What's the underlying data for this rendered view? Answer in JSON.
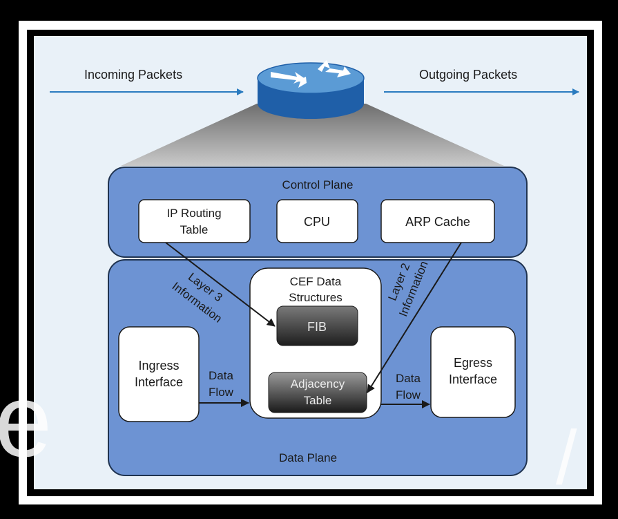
{
  "labels": {
    "incoming": "Incoming Packets",
    "outgoing": "Outgoing Packets",
    "control_plane": "Control Plane",
    "ip_routing_1": "IP Routing",
    "ip_routing_2": "Table",
    "cpu": "CPU",
    "arp_cache": "ARP Cache",
    "cef_1": "CEF Data",
    "cef_2": "Structures",
    "fib": "FIB",
    "adj_1": "Adjacency",
    "adj_2": "Table",
    "layer3_1": "Layer 3",
    "layer3_2": "Information",
    "layer2_1": "Layer 2",
    "layer2_2": "Information",
    "ingress_1": "Ingress",
    "ingress_2": "Interface",
    "egress_1": "Egress",
    "egress_2": "Interface",
    "data_flow_left_1": "Data",
    "data_flow_left_2": "Flow",
    "data_flow_right_1": "Data",
    "data_flow_right_2": "Flow",
    "data_plane": "Data Plane",
    "watermark_left": "e",
    "watermark_right": "/"
  },
  "colors": {
    "frame": "#000000",
    "paper": "#ffffff",
    "background": "#e9f1f8",
    "plane_fill": "#6d93d3",
    "plane_stroke": "#1f3350",
    "router_top": "#5b9bd5",
    "router_side": "#1f5fa8",
    "arrow_blue": "#2a7bbf",
    "dark_box": "#333333",
    "text": "#1a1a1a"
  }
}
